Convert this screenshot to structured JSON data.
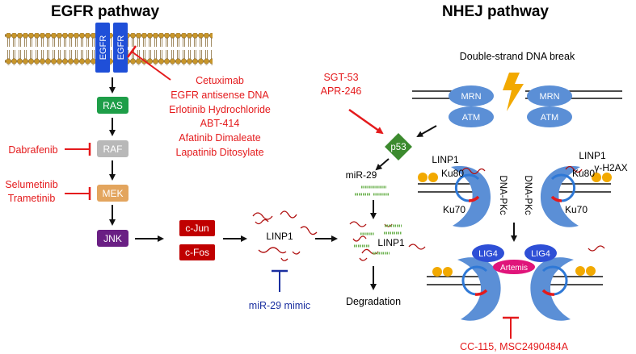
{
  "titles": {
    "egfr": "EGFR pathway",
    "nhej": "NHEJ pathway"
  },
  "egfr": {
    "receptor_left": "EGFR",
    "receptor_right": "EGFR",
    "inhibitors": [
      "Cetuximab",
      "EGFR antisense DNA",
      "Erlotinib Hydrochloride",
      "ABT-414",
      "Afatinib Dimaleate",
      "Lapatinib Ditosylate"
    ]
  },
  "cascade": {
    "ras": "RAS",
    "raf": "RAF",
    "mek": "MEK",
    "jnk": "JNK"
  },
  "raf_inhibitor": "Dabrafenib",
  "mek_inhibitors": [
    "Selumetinib",
    "Trametinib"
  ],
  "transcription_factors": {
    "cjun": "c-Jun",
    "cfos": "c-Fos"
  },
  "linp1": {
    "center": "LINP1",
    "degradation_complex": "LINP1",
    "mimic": "miR-29 mimic",
    "mir": "miR-29",
    "degradation": "Degradation"
  },
  "p53": {
    "label": "p53",
    "activators": [
      "SGT-53",
      "APR-246"
    ]
  },
  "nhej": {
    "dsb": "Double-strand DNA break",
    "mrn": "MRN",
    "atm": "ATM",
    "ku80": "Ku80",
    "ku70": "Ku70",
    "dnapkc": "DNA-PKc",
    "linp1": "LINP1",
    "gamma_h2ax": "γ-H2AX",
    "lig4": "LIG4",
    "artemis": "Artemis",
    "inhibitors": "CC-115, MSC2490484A"
  },
  "colors": {
    "membrane": "#c8962a",
    "egfr_blue": "#1f4fd8",
    "ras": "#1e9e48",
    "raf": "#b8b8b8",
    "mek": "#e3a55e",
    "jnk": "#6a1f84",
    "tf_red": "#c00000",
    "p53": "#3c8a2e",
    "inhibitor_red": "#e41a1c",
    "mimic_blue": "#1a2fa0",
    "protein_blue": "#5b8fd6",
    "yellow": "#f2a900",
    "artemis": "#e0147a"
  }
}
